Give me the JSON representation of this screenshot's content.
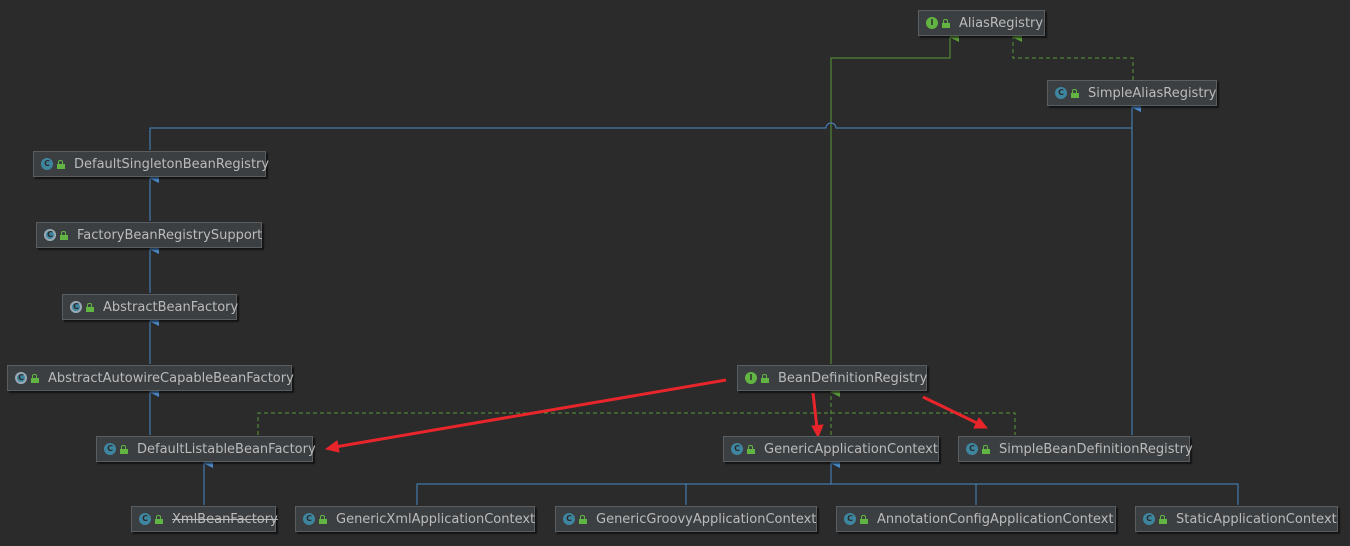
{
  "nodes": {
    "alias_registry": {
      "label": "AliasRegistry",
      "kind": "interface",
      "badge": "I"
    },
    "simple_alias_registry": {
      "label": "SimpleAliasRegistry",
      "kind": "class",
      "badge": "C"
    },
    "default_singleton_bean_registry": {
      "label": "DefaultSingletonBeanRegistry",
      "kind": "class",
      "badge": "C"
    },
    "factory_bean_registry_support": {
      "label": "FactoryBeanRegistrySupport",
      "kind": "abstract-class",
      "badge": "C"
    },
    "abstract_bean_factory": {
      "label": "AbstractBeanFactory",
      "kind": "abstract-class",
      "badge": "C"
    },
    "abstract_autowire_capable_bean_factory": {
      "label": "AbstractAutowireCapableBeanFactory",
      "kind": "abstract-class",
      "badge": "C"
    },
    "default_listable_bean_factory": {
      "label": "DefaultListableBeanFactory",
      "kind": "class",
      "badge": "C"
    },
    "xml_bean_factory": {
      "label": "XmlBeanFactory",
      "kind": "class",
      "badge": "C",
      "deprecated": true
    },
    "bean_definition_registry": {
      "label": "BeanDefinitionRegistry",
      "kind": "interface",
      "badge": "I"
    },
    "generic_application_context": {
      "label": "GenericApplicationContext",
      "kind": "class",
      "badge": "C"
    },
    "simple_bean_definition_registry": {
      "label": "SimpleBeanDefinitionRegistry",
      "kind": "class",
      "badge": "C"
    },
    "generic_xml_application_context": {
      "label": "GenericXmlApplicationContext",
      "kind": "class",
      "badge": "C"
    },
    "generic_groovy_application_context": {
      "label": "GenericGroovyApplicationContext",
      "kind": "class",
      "badge": "C"
    },
    "annotation_config_application_context": {
      "label": "AnnotationConfigApplicationContext",
      "kind": "class",
      "badge": "C"
    },
    "static_application_context": {
      "label": "StaticApplicationContext",
      "kind": "class",
      "badge": "C"
    }
  },
  "edges": [
    {
      "from": "simple_alias_registry",
      "to": "alias_registry",
      "relation": "implements"
    },
    {
      "from": "bean_definition_registry",
      "to": "alias_registry",
      "relation": "extends-interface"
    },
    {
      "from": "default_singleton_bean_registry",
      "to": "simple_alias_registry",
      "relation": "extends"
    },
    {
      "from": "simple_bean_definition_registry",
      "to": "simple_alias_registry",
      "relation": "extends"
    },
    {
      "from": "factory_bean_registry_support",
      "to": "default_singleton_bean_registry",
      "relation": "extends"
    },
    {
      "from": "abstract_bean_factory",
      "to": "factory_bean_registry_support",
      "relation": "extends"
    },
    {
      "from": "abstract_autowire_capable_bean_factory",
      "to": "abstract_bean_factory",
      "relation": "extends"
    },
    {
      "from": "default_listable_bean_factory",
      "to": "abstract_autowire_capable_bean_factory",
      "relation": "extends"
    },
    {
      "from": "xml_bean_factory",
      "to": "default_listable_bean_factory",
      "relation": "extends"
    },
    {
      "from": "default_listable_bean_factory",
      "to": "bean_definition_registry",
      "relation": "implements"
    },
    {
      "from": "generic_application_context",
      "to": "bean_definition_registry",
      "relation": "implements"
    },
    {
      "from": "simple_bean_definition_registry",
      "to": "bean_definition_registry",
      "relation": "implements"
    },
    {
      "from": "generic_xml_application_context",
      "to": "generic_application_context",
      "relation": "extends"
    },
    {
      "from": "generic_groovy_application_context",
      "to": "generic_application_context",
      "relation": "extends"
    },
    {
      "from": "annotation_config_application_context",
      "to": "generic_application_context",
      "relation": "extends"
    },
    {
      "from": "static_application_context",
      "to": "generic_application_context",
      "relation": "extends"
    }
  ],
  "annotations": [
    {
      "kind": "red-arrow",
      "from": "bean_definition_registry",
      "to": "default_listable_bean_factory"
    },
    {
      "kind": "red-arrow",
      "from": "bean_definition_registry",
      "to": "generic_application_context"
    },
    {
      "kind": "red-arrow",
      "from": "bean_definition_registry",
      "to": "simple_bean_definition_registry"
    }
  ],
  "colors": {
    "background": "#2b2b2b",
    "node_fill": "#3c3f41",
    "node_border": "#5b5e60",
    "text": "#bbbbbb",
    "extends_line": "#4a88c7",
    "implements_line": "#5a9a3a",
    "annotation_arrow": "#e8252a",
    "class_badge": "#3e86a0",
    "interface_badge": "#62b543"
  }
}
